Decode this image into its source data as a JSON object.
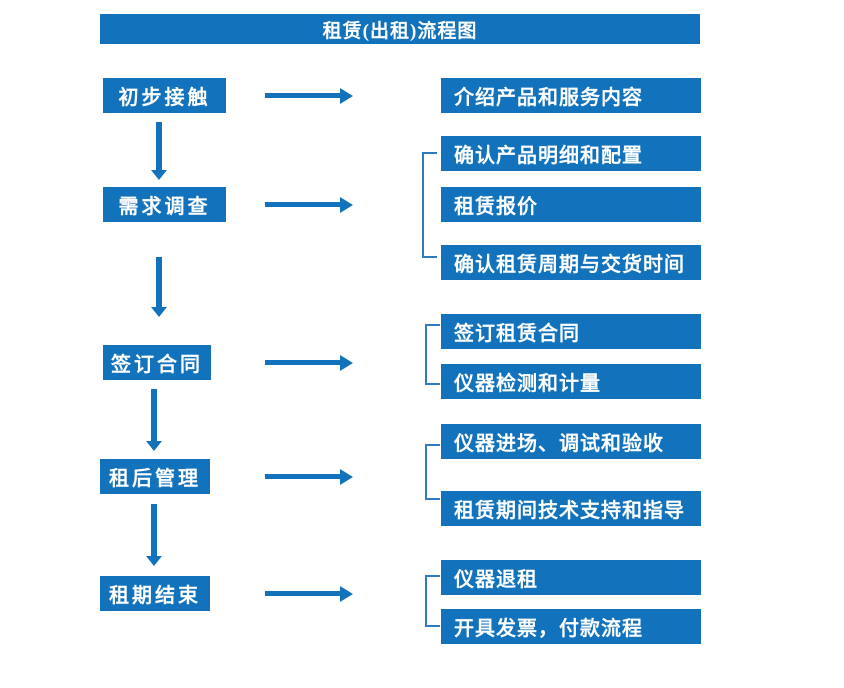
{
  "title": "租赁(出租)流程图",
  "colors": {
    "primary_blue": "#1272BC",
    "bracket_blue": "#2E7BC4",
    "text_white": "#FFFFFF",
    "page_background": "#FFFFFF"
  },
  "icons": {
    "right_arrow": "css-triangle-right",
    "down_arrow": "css-triangle-down",
    "group_bracket": "css-left-square-bracket"
  },
  "flow": {
    "stages": [
      {
        "label": "初步接触",
        "details": [
          "介绍产品和服务内容"
        ]
      },
      {
        "label": "需求调查",
        "details": [
          "确认产品明细和配置",
          "租赁报价",
          "确认租赁周期与交货时间"
        ]
      },
      {
        "label": "签订合同",
        "details": [
          "签订租赁合同",
          "仪器检测和计量"
        ]
      },
      {
        "label": "租后管理",
        "details": [
          "仪器进场、调试和验收",
          "租赁期间技术支持和指导"
        ]
      },
      {
        "label": "租期结束",
        "details": [
          "仪器退租",
          "开具发票，付款流程"
        ]
      }
    ]
  }
}
